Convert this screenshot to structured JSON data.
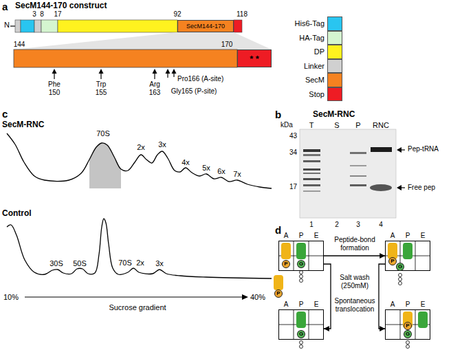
{
  "diagram": {
    "nodes": [
      {
        "text": [
          "SecM144-170"
        ]
      },
      {
        "text": [
          "* *"
        ]
      },
      {
        "text": [
          "A",
          "P",
          "E"
        ]
      },
      {
        "text": [
          "P"
        ],
        "in": 2
      },
      {
        "text": [
          "G"
        ],
        "in": 2
      },
      {
        "text": [
          "A",
          "P",
          "E"
        ]
      },
      {
        "text": [
          "P"
        ],
        "in": 5
      },
      {
        "text": [
          "G"
        ],
        "in": 5
      },
      {
        "text": [
          "P"
        ]
      },
      {
        "text": [
          "A",
          "P",
          "E"
        ]
      },
      {
        "text": [
          "G"
        ],
        "in": 9
      },
      {
        "text": [
          "A",
          "P",
          "E"
        ]
      },
      {
        "text": [
          "P"
        ],
        "in": 11
      },
      {
        "text": [
          "G"
        ],
        "in": 11
      }
    ],
    "edges": [
      {
        "from": 2,
        "to": 5,
        "arrow": "to",
        "label": "Peptide-bond formation"
      },
      {
        "from": 2,
        "to": 9,
        "arrow": "to",
        "label": "Salt wash (250mM)"
      },
      {
        "from": 5,
        "to": 11,
        "arrow": "to",
        "label": "Spontaneous translocation"
      }
    ],
    "labels": [
      "a",
      "SecM144-170 construct",
      "N",
      "3",
      "8",
      "17",
      "92",
      "118",
      "144",
      "170",
      "Phe 150",
      "Trp 155",
      "Arg 163",
      "Pro166 (A-site)",
      "Gly165 (P-site)",
      "b",
      "SecM-RNC",
      "kDa",
      "T",
      "S",
      "P",
      "RNC",
      "43",
      "34",
      "17",
      "Pep-tRNA",
      "Free pep",
      "1",
      "2",
      "3",
      "4",
      "c",
      "SecM-RNC",
      "70S",
      "2x",
      "3x",
      "4x",
      "5x",
      "6x",
      "7x",
      "Control",
      "30S",
      "50S",
      "70S",
      "2x",
      "3x",
      "10%",
      "40%",
      "Sucrose gradient",
      "d"
    ],
    "legend": [
      {
        "text": "His6-Tag",
        "color": "#29c5f0"
      },
      {
        "text": "HA-Tag",
        "color": "#d5f5d0"
      },
      {
        "text": "DP",
        "color": "#fff21f"
      },
      {
        "text": "Linker",
        "color": "#d0d0d0"
      },
      {
        "text": "SecM",
        "color": "#f58220"
      },
      {
        "text": "Stop",
        "color": "#ee1c24"
      }
    ]
  }
}
